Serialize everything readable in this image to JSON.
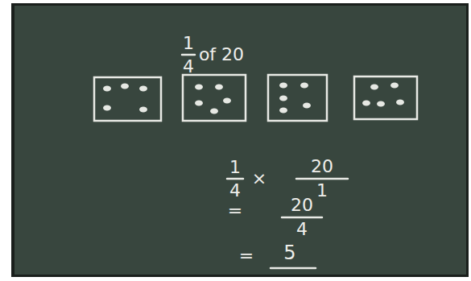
{
  "diagram": {
    "labels": [
      "1",
      "4",
      "of 20",
      "1",
      "4",
      "×",
      "20",
      "1",
      "=",
      "20",
      "4",
      "=",
      "5"
    ]
  }
}
